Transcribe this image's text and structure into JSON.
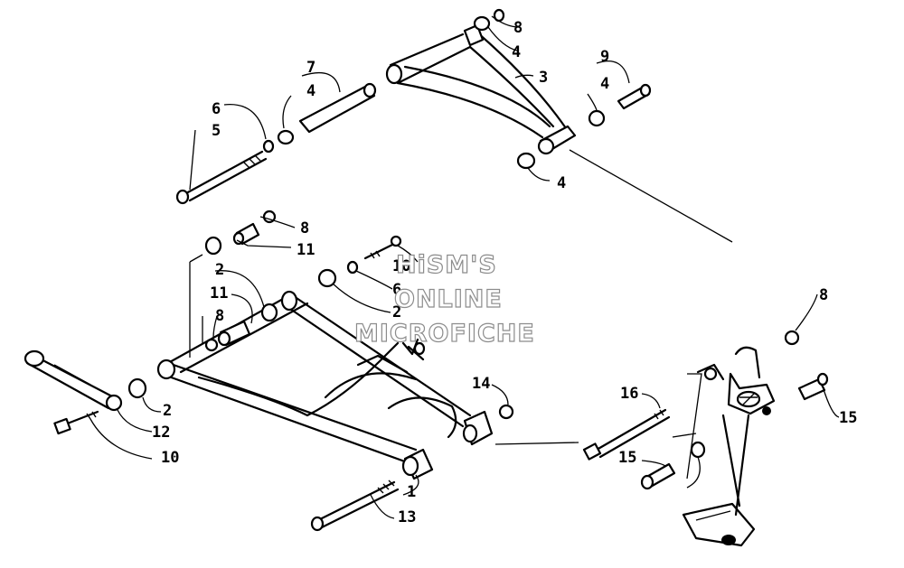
{
  "watermark": {
    "line1": "HiSM'S",
    "line2": "ONLINE",
    "line3": "MICROFICHE"
  },
  "callouts": {
    "c8_top": "8",
    "c4_top": "4",
    "c7": "7",
    "c3": "3",
    "c9": "9",
    "c4_mid": "4",
    "c4_left": "4",
    "c6_top": "6",
    "c5": "5",
    "c4_bottom": "4",
    "c8_mid": "8",
    "c11_upper": "11",
    "c10_upper": "10",
    "c2_left_upper": "2",
    "c6_lower": "6",
    "c11_lower": "11",
    "c2_center": "2",
    "c8_left": "8",
    "c14": "14",
    "c2_left_lower": "2",
    "c12": "12",
    "c10_lower": "10",
    "c1": "1",
    "c13": "13",
    "c8_right": "8",
    "c16": "16",
    "c15_right": "15",
    "c15_lower": "15"
  }
}
